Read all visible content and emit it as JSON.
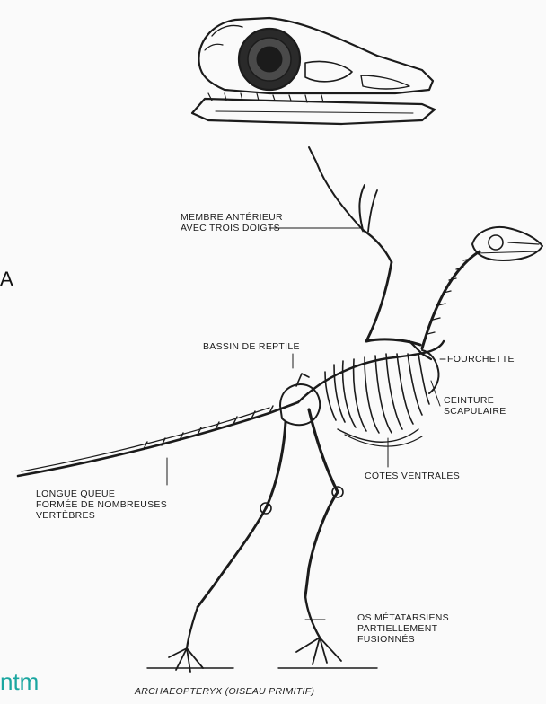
{
  "labels": {
    "membre_line1": "MEMBRE ANTÉRIEUR",
    "membre_line2": "AVEC TROIS DOIGTS",
    "bassin": "BASSIN DE REPTILE",
    "fourchette": "FOURCHETTE",
    "ceinture_line1": "CEINTURE",
    "ceinture_line2": "SCAPULAIRE",
    "cotes": "CÔTES VENTRALES",
    "queue_line1": "LONGUE QUEUE",
    "queue_line2": "FORMÉE DE NOMBREUSES",
    "queue_line3": "VERTÈBRES",
    "os_line1": "OS MÉTATARSIENS",
    "os_line2": "PARTIELLEMENT",
    "os_line3": "FUSIONNÉS"
  },
  "caption": "ARCHAEOPTERYX (OISEAU PRIMITIF)",
  "edge_text": {
    "left_glyph": "A",
    "bottom_left": "ntm"
  },
  "colors": {
    "ink": "#1b1b1b",
    "paper": "#fafafa",
    "link_teal": "#1aa6a0"
  }
}
